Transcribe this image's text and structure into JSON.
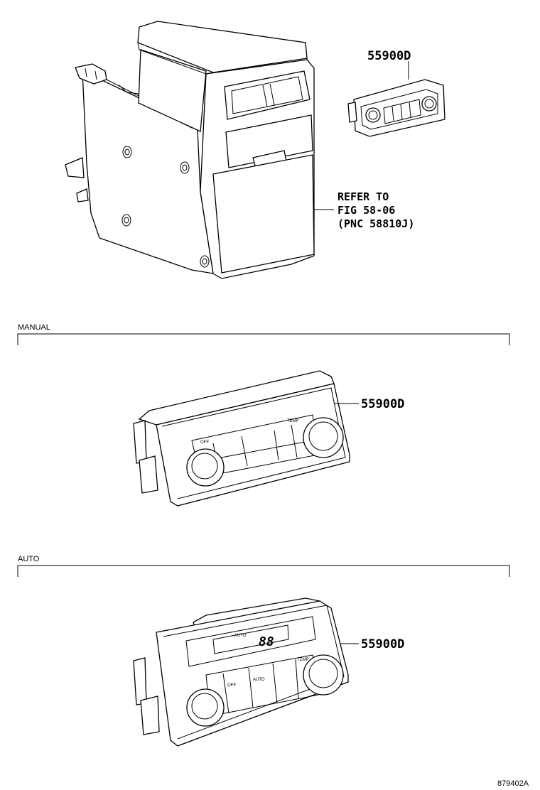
{
  "callouts": {
    "part_top": "55900D",
    "refer_line1": "REFER TO",
    "refer_line2": "FIG 58-06",
    "refer_line3": "(PNC 58810J)",
    "part_manual": "55900D",
    "part_auto": "55900D"
  },
  "sections": {
    "manual": "MANUAL",
    "auto": "AUTO"
  },
  "panel_text": {
    "off": "OFF",
    "temp": "TEMP",
    "auto": "AUTO",
    "display": "88"
  },
  "footer": {
    "figure_id": "879402A"
  }
}
